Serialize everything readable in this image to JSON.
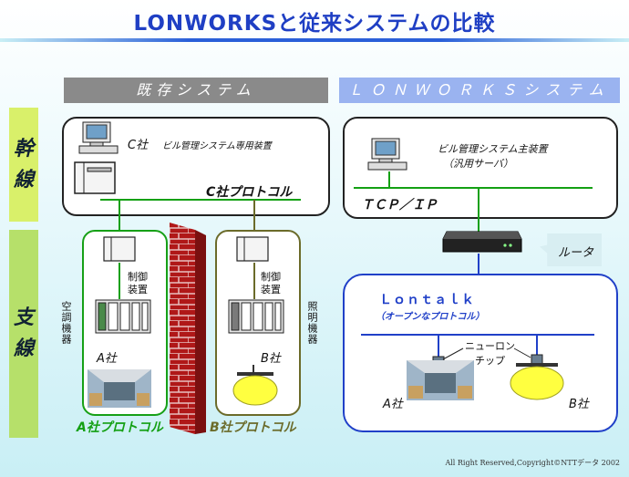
{
  "title": {
    "prefix": "LONWORKS",
    "suffix": "と従来システムの比較"
  },
  "headers": {
    "left": "既存システム",
    "right": "ＬＯＮＷＯＲＫＳシステム"
  },
  "side": {
    "trunk": [
      "幹",
      "線"
    ],
    "branch": [
      "支",
      "線"
    ]
  },
  "left": {
    "c_company": "C社",
    "c_device": "ビル管理システム専用装置",
    "c_protocol": "C社プロトコル",
    "control_a": [
      "制御",
      "装置"
    ],
    "control_b": [
      "制御",
      "装置"
    ],
    "aircon": "空調機器",
    "lighting": "照明機器",
    "a_company": "A社",
    "b_company": "B社",
    "a_protocol": "A社プロトコル",
    "b_protocol": "B社プロトコル"
  },
  "right": {
    "main_device": [
      "ビル管理システム主装置",
      "（汎用サーバ）"
    ],
    "tcpip": "ＴＣＰ／ＩＰ",
    "router": "ルータ",
    "lontalk": "Ｌｏｎｔａｌｋ",
    "open_protocol": "（オープンなプロトコル）",
    "neuron": [
      "ニューロン",
      "チップ"
    ],
    "a_company": "A社",
    "b_company": "B社"
  },
  "credit": "All Right Reserved,Copyright©NTTデータ 2002",
  "colors": {
    "title": "#1f3fc4",
    "green_line": "#14a014",
    "blue_border": "#2040c8",
    "lamp": "#ffff40",
    "brick": "#b01818"
  }
}
